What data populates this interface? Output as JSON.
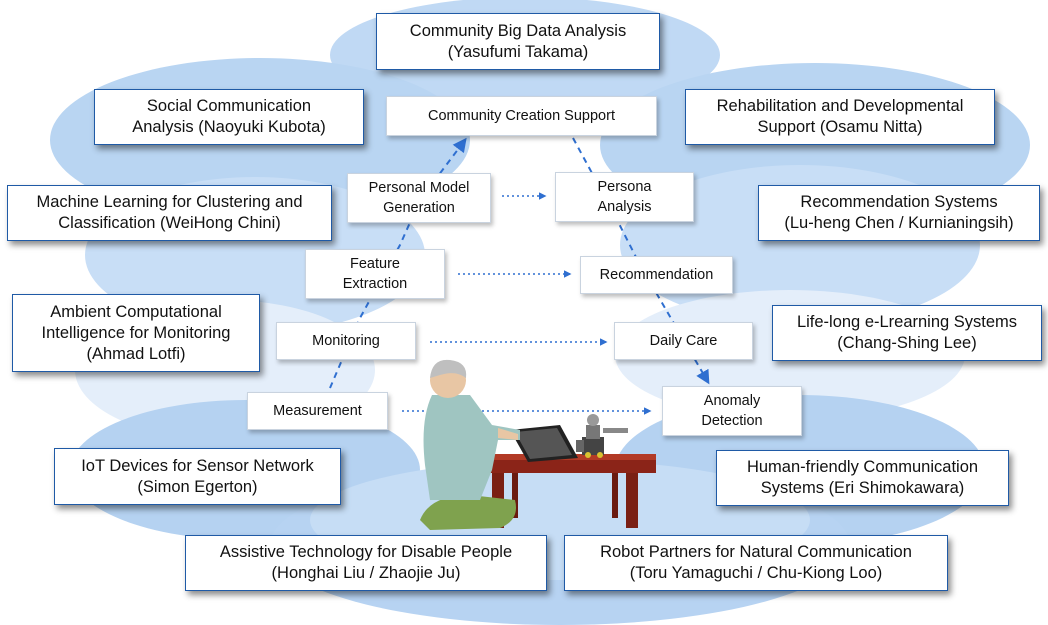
{
  "research_areas": [
    {
      "id": "community-big-data",
      "lines": [
        "Community Big Data Analysis",
        "(Yasufumi Takama)"
      ]
    },
    {
      "id": "social-communication",
      "lines": [
        "Social Communication",
        "Analysis (Naoyuki Kubota)"
      ]
    },
    {
      "id": "rehabilitation",
      "lines": [
        "Rehabilitation and Developmental",
        "Support (Osamu Nitta)"
      ]
    },
    {
      "id": "machine-learning",
      "lines": [
        "Machine Learning for Clustering and",
        "Classification (WeiHong Chini)"
      ]
    },
    {
      "id": "recommendation-systems",
      "lines": [
        "Recommendation Systems",
        "(Lu-heng Chen / Kurnianingsih)"
      ]
    },
    {
      "id": "ambient-intelligence",
      "lines": [
        "Ambient Computational",
        "Intelligence for Monitoring",
        "(Ahmad Lotfi)"
      ]
    },
    {
      "id": "elearning",
      "lines": [
        "Life-long e-Lrearning Systems",
        "(Chang-Shing Lee)"
      ]
    },
    {
      "id": "iot-devices",
      "lines": [
        "IoT Devices for Sensor Network",
        "(Simon Egerton)"
      ]
    },
    {
      "id": "human-friendly",
      "lines": [
        "Human-friendly Communication",
        "Systems (Eri Shimokawara)"
      ]
    },
    {
      "id": "assistive-technology",
      "lines": [
        "Assistive Technology for Disable People",
        "(Honghai Liu / Zhaojie Ju)"
      ]
    },
    {
      "id": "robot-partners",
      "lines": [
        "Robot Partners for Natural Communication",
        "(Toru Yamaguchi / Chu-Kiong Loo)"
      ]
    }
  ],
  "process_steps": [
    {
      "id": "community-creation",
      "lines": [
        "Community Creation Support"
      ]
    },
    {
      "id": "personal-model",
      "lines": [
        "Personal Model",
        "Generation"
      ]
    },
    {
      "id": "persona-analysis",
      "lines": [
        "Persona",
        "Analysis"
      ]
    },
    {
      "id": "feature-extraction",
      "lines": [
        "Feature",
        "Extraction"
      ]
    },
    {
      "id": "recommendation",
      "lines": [
        "Recommendation"
      ]
    },
    {
      "id": "monitoring",
      "lines": [
        "Monitoring"
      ]
    },
    {
      "id": "daily-care",
      "lines": [
        "Daily Care"
      ]
    },
    {
      "id": "measurement",
      "lines": [
        "Measurement"
      ]
    },
    {
      "id": "anomaly-detection",
      "lines": [
        "Anomaly",
        "Detection"
      ]
    }
  ],
  "colors": {
    "ellipse_light": "#cfe2f7",
    "ellipse_mid": "#a9cbee",
    "arrow": "#2f6fd0",
    "box_border": "#1f5aa6"
  }
}
